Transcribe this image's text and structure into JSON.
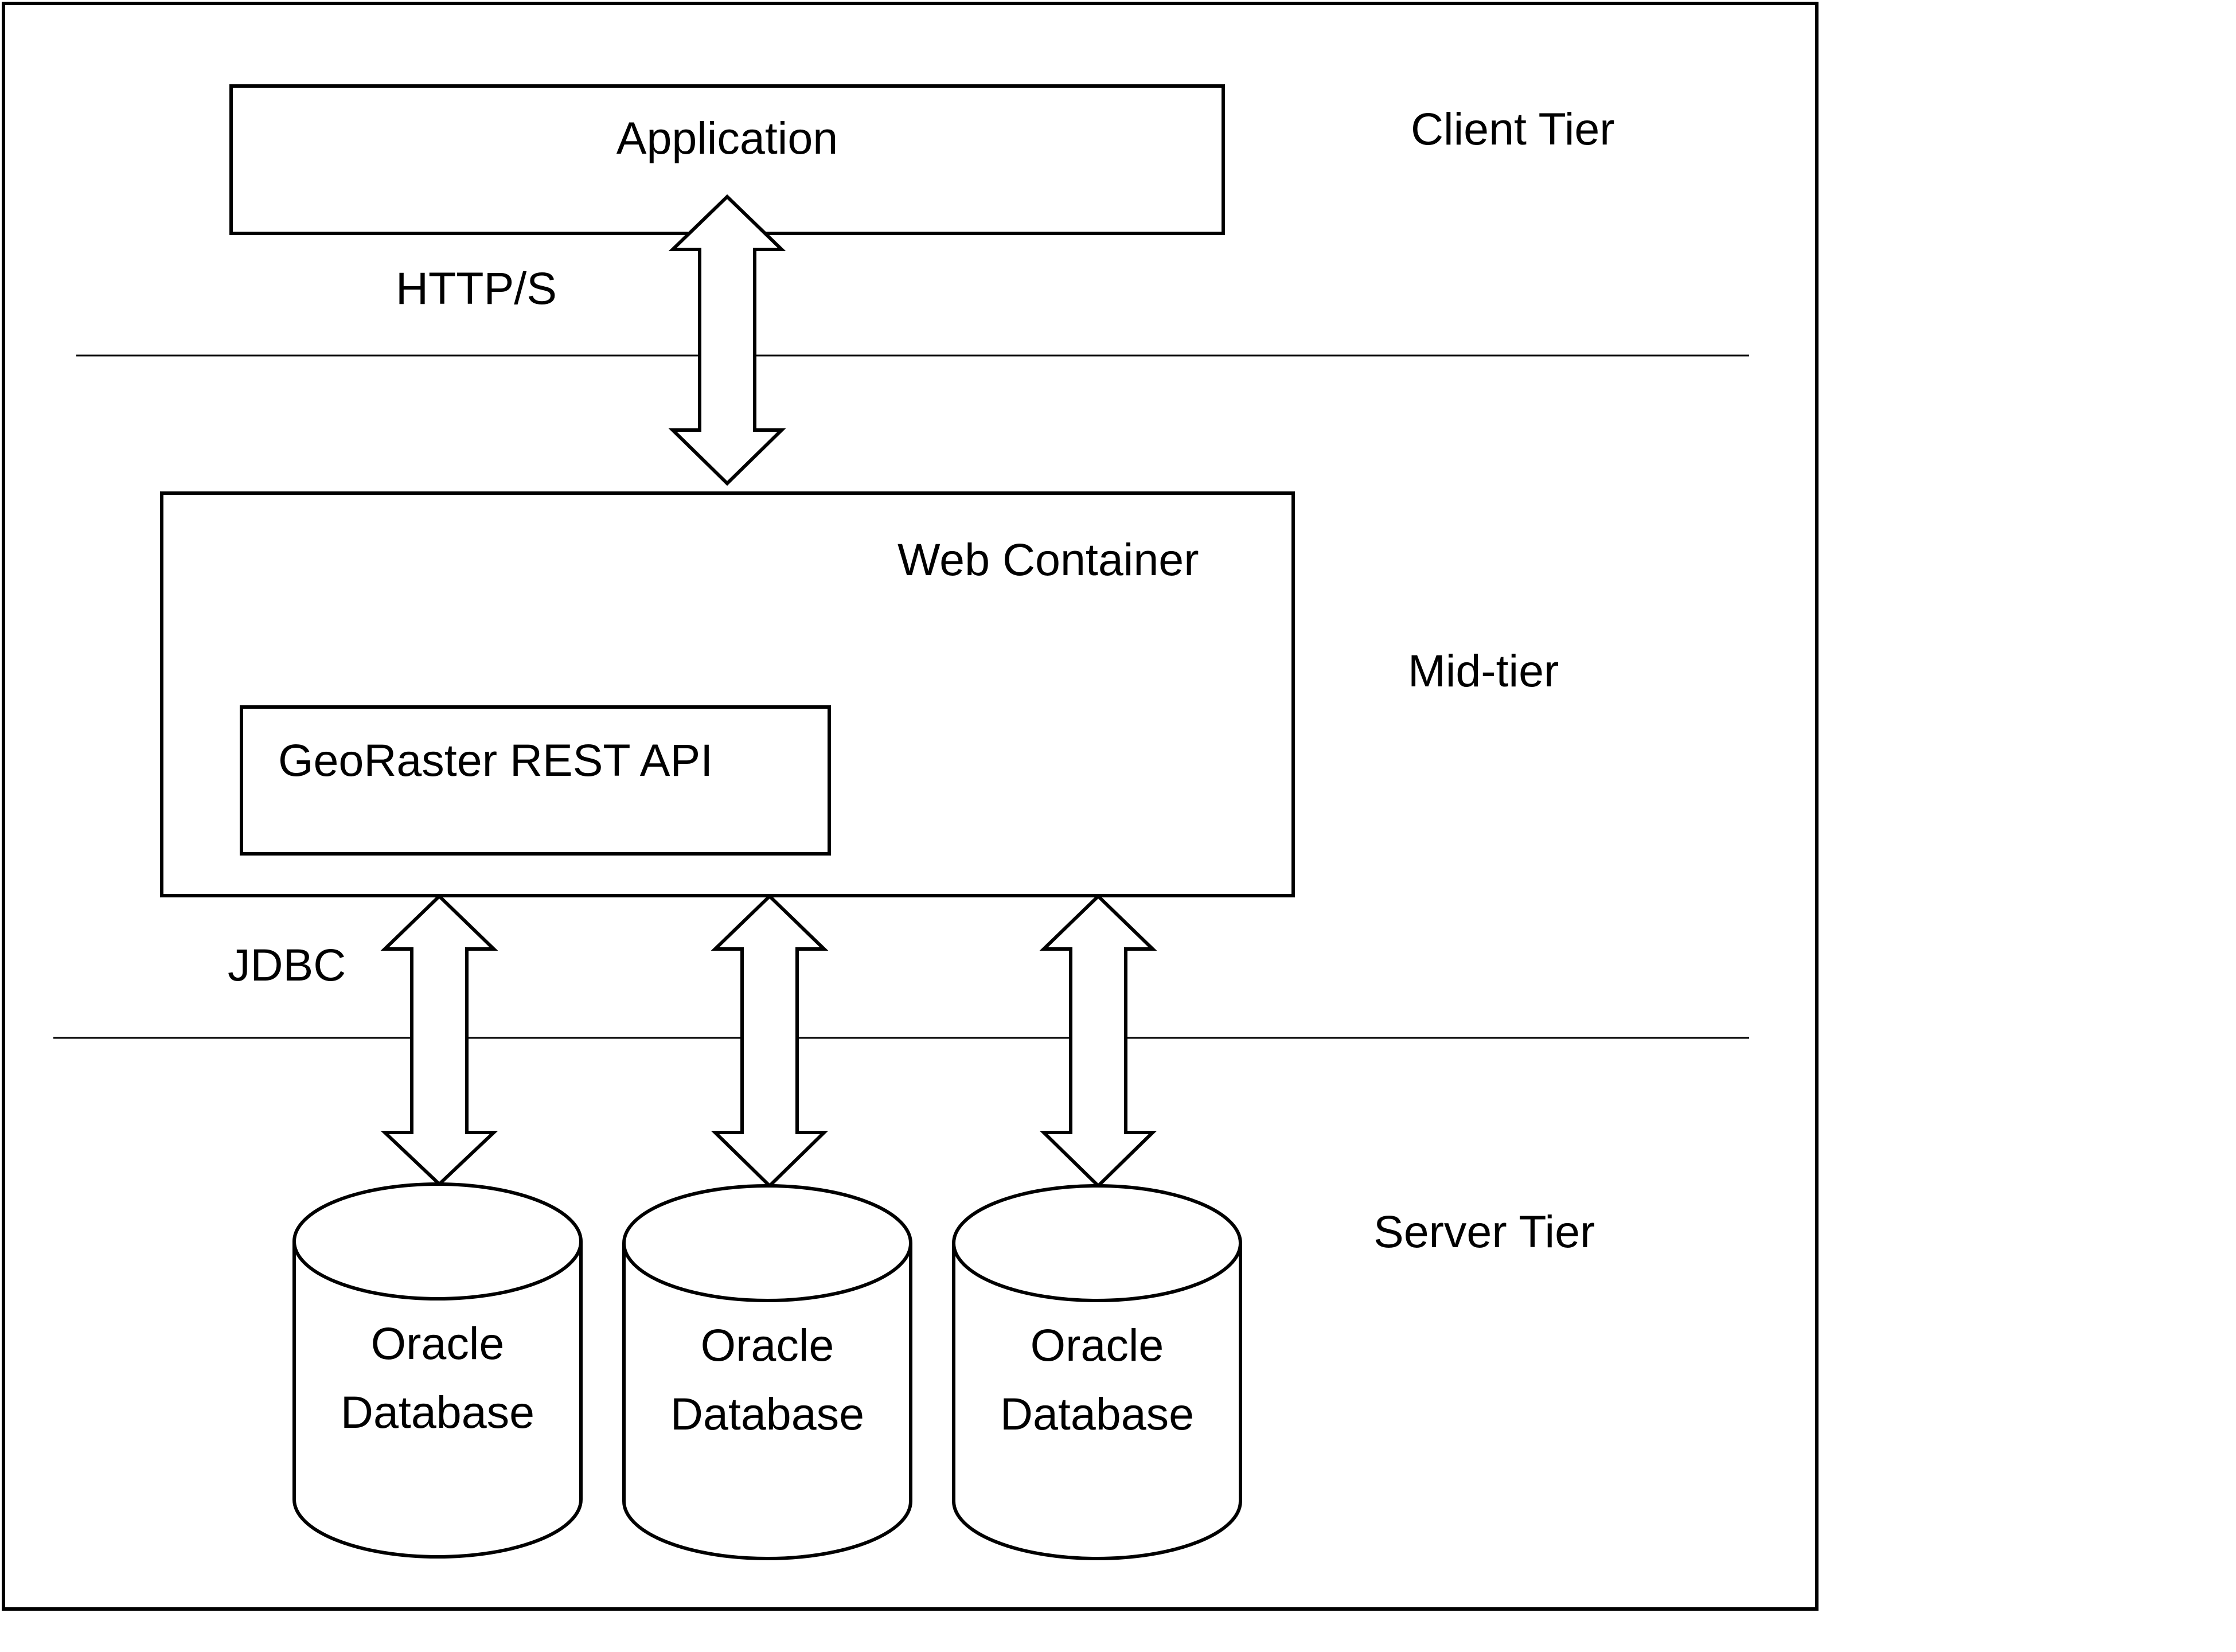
{
  "tiers": {
    "client": "Client Tier",
    "mid": "Mid-tier",
    "server": "Server Tier"
  },
  "boxes": {
    "application": "Application",
    "web_container": "Web Container",
    "rest_api": "GeoRaster REST API"
  },
  "connections": {
    "http": "HTTP/S",
    "jdbc": "JDBC"
  },
  "databases": [
    {
      "line1": "Oracle",
      "line2": "Database"
    },
    {
      "line1": "Oracle",
      "line2": "Database"
    },
    {
      "line1": "Oracle",
      "line2": "Database"
    }
  ]
}
